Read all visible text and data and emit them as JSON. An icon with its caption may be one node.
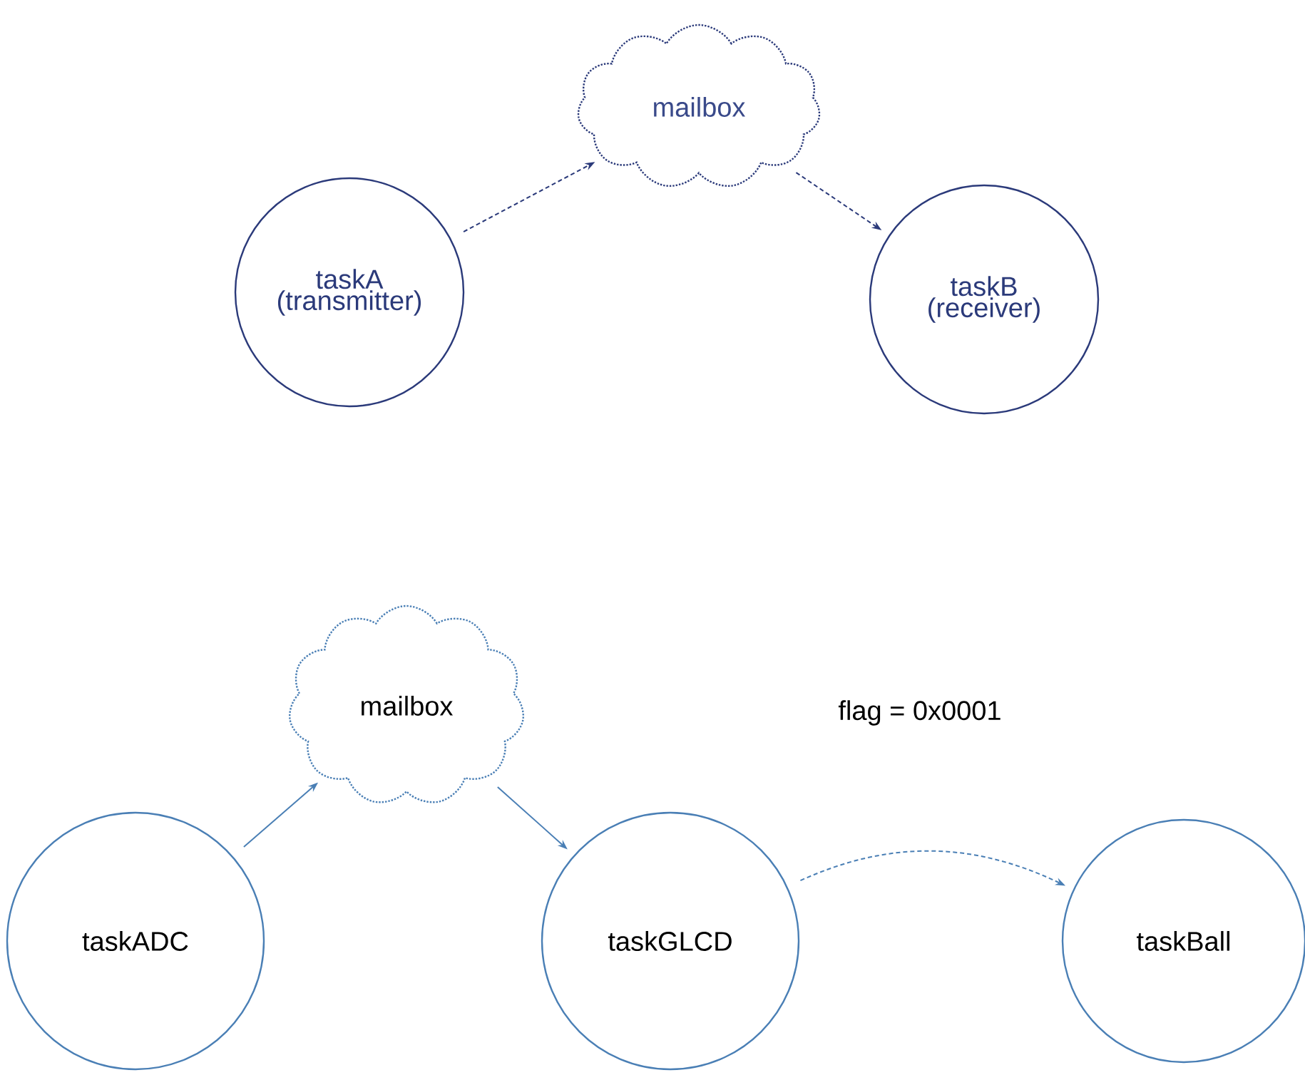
{
  "diagram": {
    "nodes": [
      {
        "text": [
          "mailbox"
        ]
      },
      {
        "text": [
          "taskA (transmitter)"
        ]
      },
      {
        "text": [
          "taskB (receiver)"
        ]
      },
      {
        "text": [
          "mailbox"
        ]
      },
      {
        "text": [
          "taskADC"
        ]
      },
      {
        "text": [
          "taskGLCD"
        ]
      },
      {
        "text": [
          "taskBall"
        ]
      }
    ],
    "edges": [
      {
        "from": 1,
        "to": 0,
        "arrow": "to",
        "style": "dashed",
        "color": "#2b3a7a"
      },
      {
        "from": 0,
        "to": 2,
        "arrow": "to",
        "style": "dashed",
        "color": "#2b3a7a"
      },
      {
        "from": 4,
        "to": 3,
        "arrow": "to"
      },
      {
        "from": 3,
        "to": 5,
        "arrow": "to"
      },
      {
        "from": 5,
        "to": 6,
        "arrow": "to",
        "label": "flag = 0x0001",
        "style": "dashed"
      }
    ]
  }
}
